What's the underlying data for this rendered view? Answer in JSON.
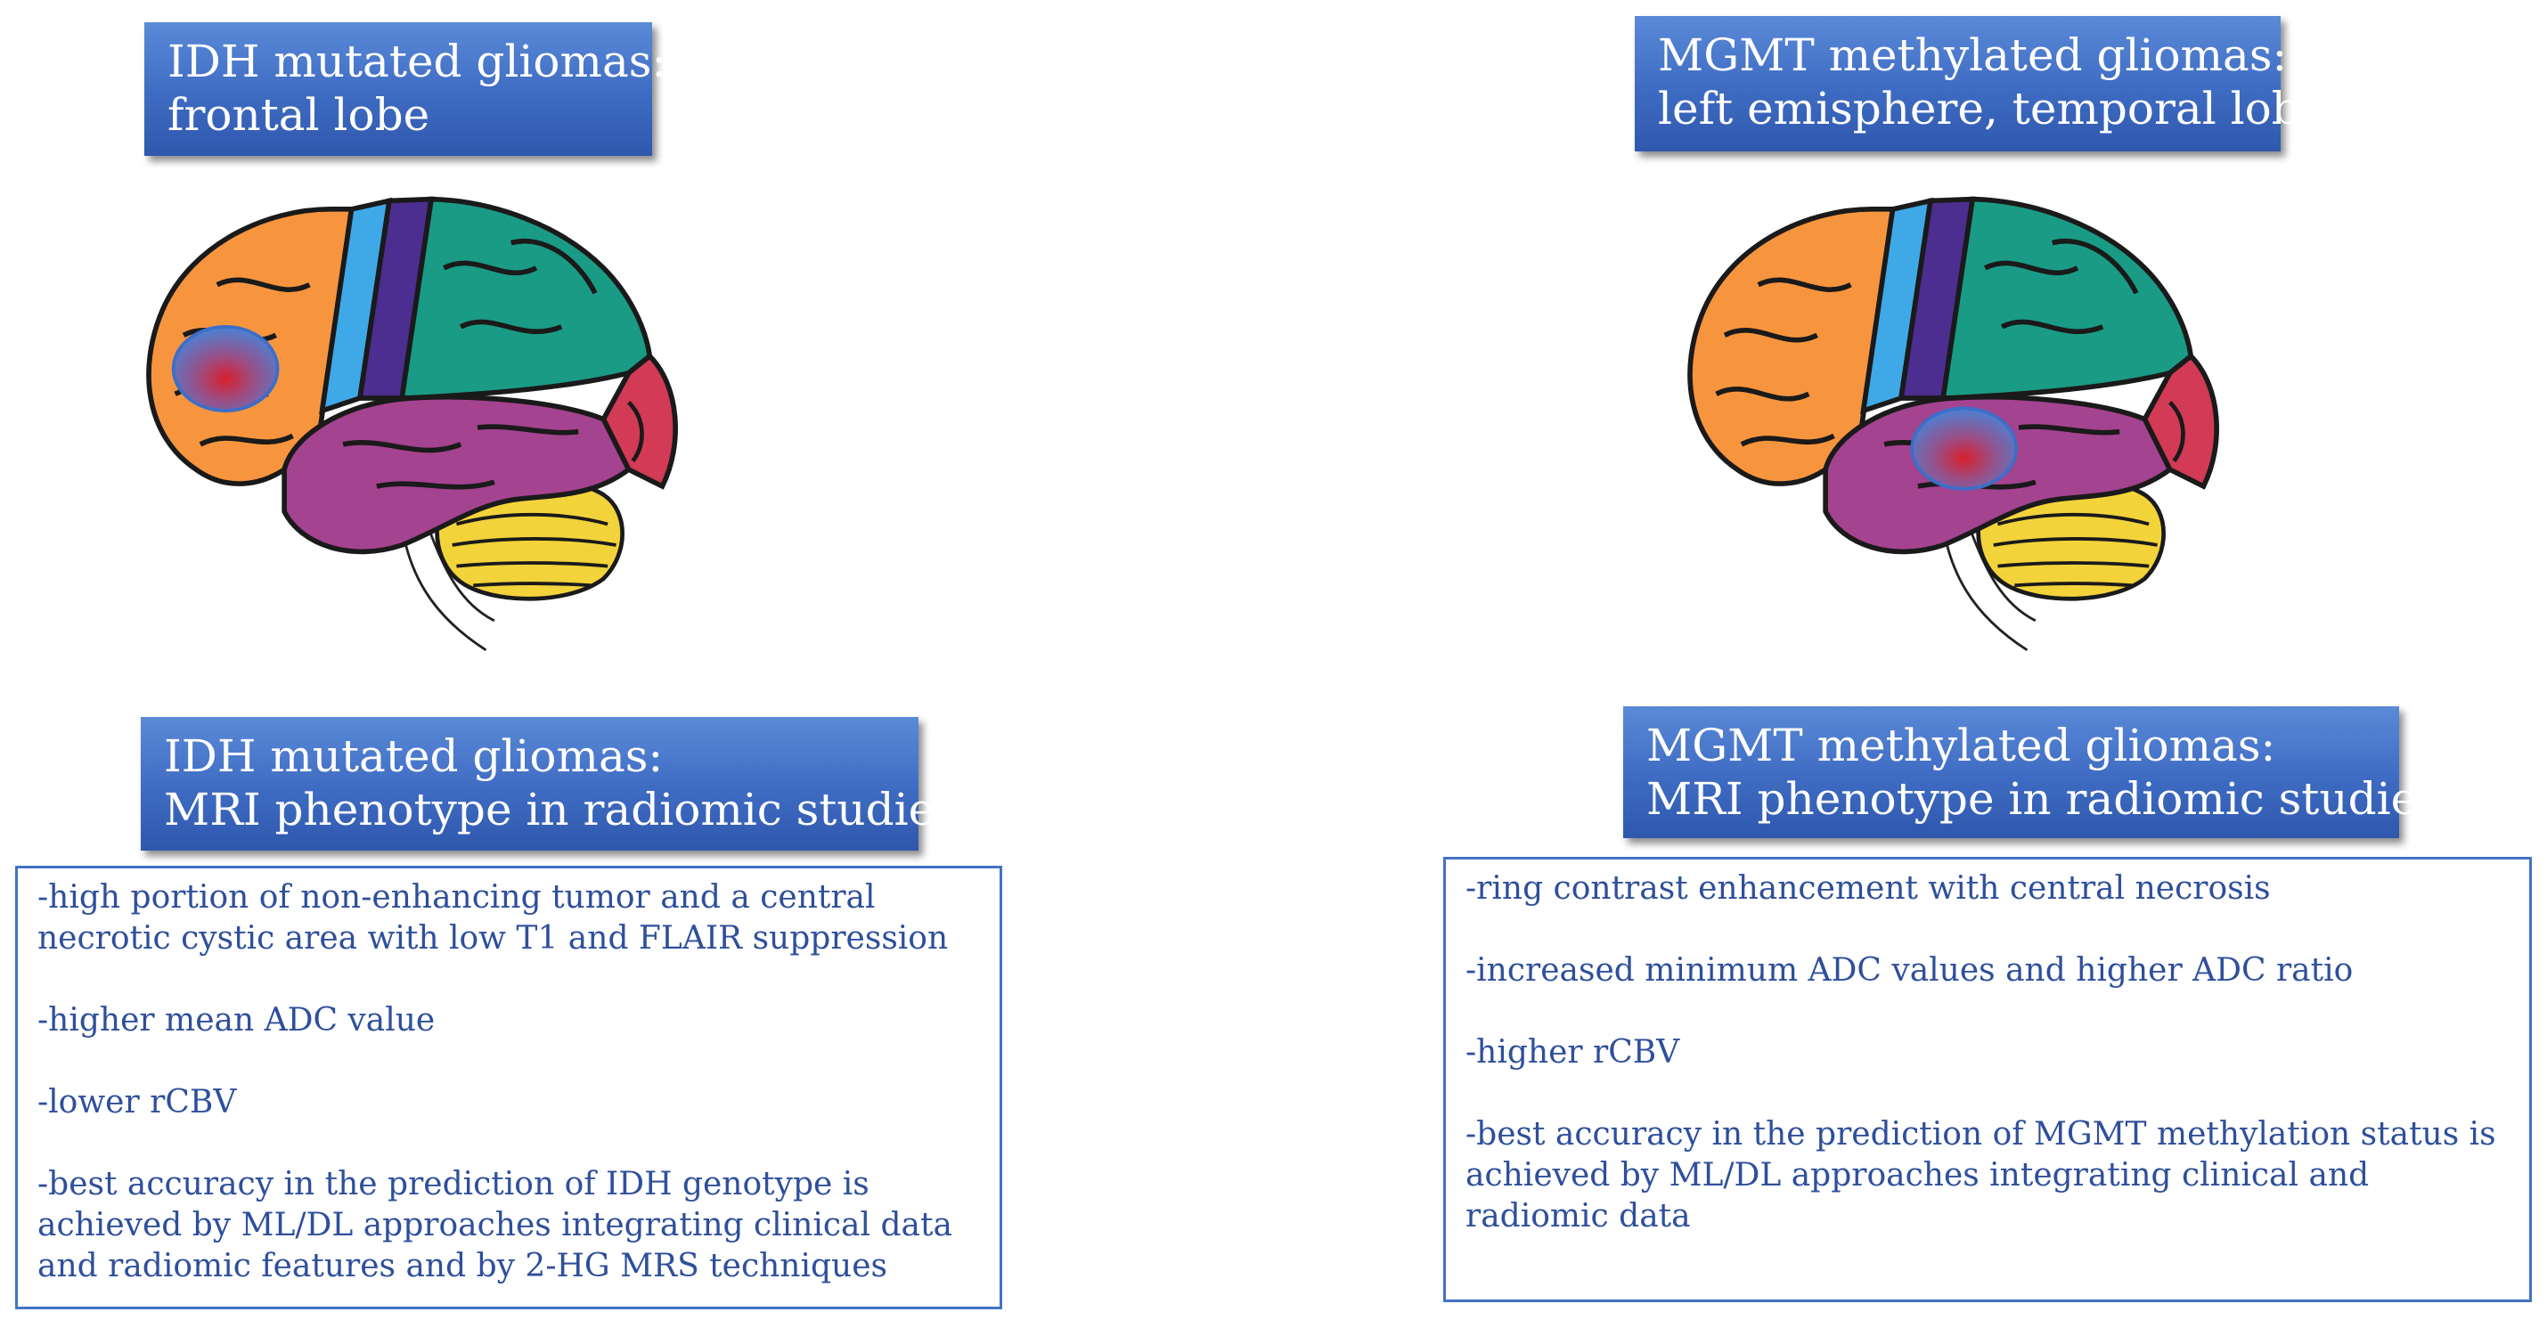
{
  "left": {
    "top_title": [
      "IDH mutated gliomas:",
      "frontal lobe"
    ],
    "bottom_title": [
      "IDH mutated gliomas:",
      "MRI phenotype in radiomic studies"
    ],
    "findings": [
      "-high portion of non-enhancing tumor and a central necrotic cystic area with low T1 and FLAIR suppression",
      "-higher mean ADC value",
      "-lower rCBV",
      "-best accuracy in the prediction of IDH genotype is achieved by ML/DL approaches integrating clinical data and radiomic features and by 2-HG MRS techniques"
    ]
  },
  "right": {
    "top_title": [
      "MGMT methylated  gliomas:",
      "left emisphere, temporal lobe"
    ],
    "bottom_title": [
      "MGMT methylated  gliomas:",
      "MRI phenotype in radiomic studies"
    ],
    "findings": [
      "-ring contrast enhancement with central necrosis",
      "-increased minimum ADC values and higher ADC ratio",
      "-higher rCBV",
      "-best accuracy in the prediction of MGMT methylation status is achieved by ML/DL approaches integrating clinical and radiomic data"
    ]
  },
  "colors": {
    "title_bg": "#3e6bc2",
    "frontal": "#f7953f",
    "motor": "#3fa9e8",
    "sensory": "#4b2e8f",
    "parietal": "#1a9b86",
    "occipital": "#d23a55",
    "temporal": "#a4438f",
    "cerebellum": "#f2d33a",
    "lesion": "#c8283a"
  }
}
